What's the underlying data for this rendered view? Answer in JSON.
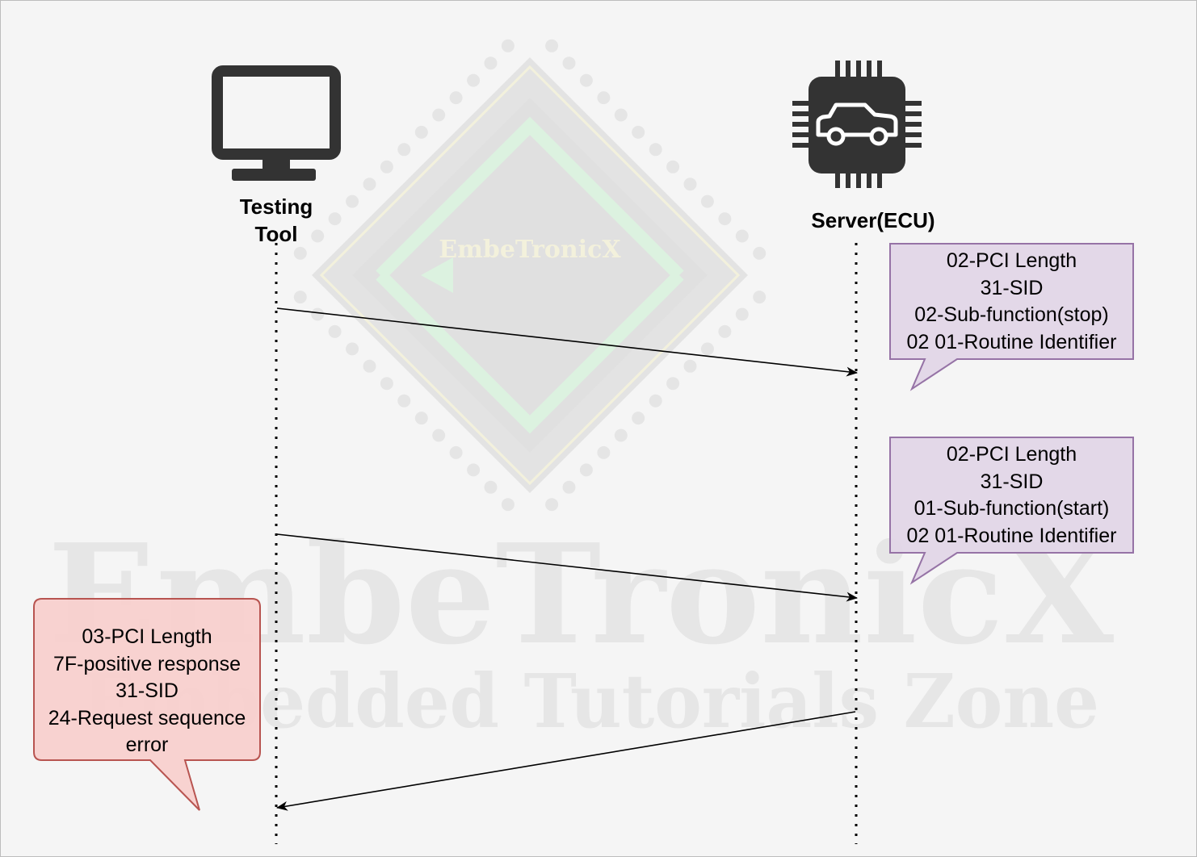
{
  "watermark": {
    "logo_text": "EmbeTronicX",
    "brand": "EmbeTronicX",
    "tagline": "Embedded Tutorials Zone"
  },
  "actors": {
    "client": {
      "label": "Testing\nTool",
      "icon": "monitor-icon"
    },
    "server": {
      "label": "Server(ECU)",
      "icon": "ecu-chip-car-icon"
    }
  },
  "messages": [
    {
      "direction": "client-to-server",
      "lines": [
        "02-PCI Length",
        "31-SID",
        "02-Sub-function(stop)",
        "02 01-Routine Identifier"
      ]
    },
    {
      "direction": "client-to-server",
      "lines": [
        "02-PCI Length",
        "31-SID",
        "01-Sub-function(start)",
        "02 01-Routine Identifier"
      ]
    },
    {
      "direction": "server-to-client",
      "lines": [
        "03-PCI Length",
        "7F-positive response",
        "31-SID",
        "24-Request sequence",
        "error"
      ]
    }
  ],
  "colors": {
    "request_callout_fill": "#e1d5e7",
    "request_callout_stroke": "#9673a6",
    "response_callout_fill": "#f8cecc",
    "response_callout_stroke": "#b85450",
    "icon_fill": "#333333",
    "background": "#f5f5f5"
  }
}
